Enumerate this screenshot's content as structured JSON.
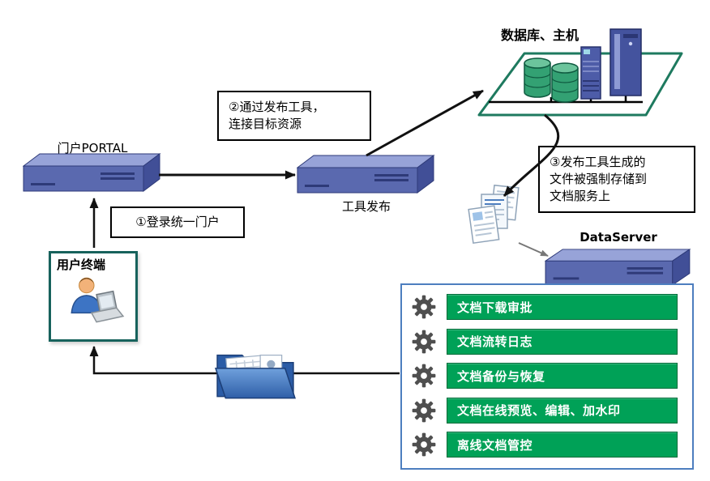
{
  "diagram": {
    "labels": {
      "database_host": "数据库、主机",
      "portal": "门户PORTAL",
      "tool_publish": "工具发布",
      "data_server": "DataServer",
      "user_terminal": "用户终端"
    },
    "callouts": {
      "step1": "①登录统一门户",
      "step2_line1": "②通过发布工具，",
      "step2_line2": "连接目标资源",
      "step3_line1": "③发布工具生成的",
      "step3_line2": "文件被强制存储到",
      "step3_line3": "文档服务上"
    },
    "features": {
      "items": [
        "文档下载审批",
        "文档流转日志",
        "文档备份与恢复",
        "文档在线预览、编辑、加水印",
        "离线文档管控"
      ]
    },
    "colors": {
      "feature_green": "#00A157",
      "slab_blue": "#5A69AF",
      "panel_border_blue": "#4D7EBF",
      "platform_outline_green": "#1E7A5F"
    }
  }
}
